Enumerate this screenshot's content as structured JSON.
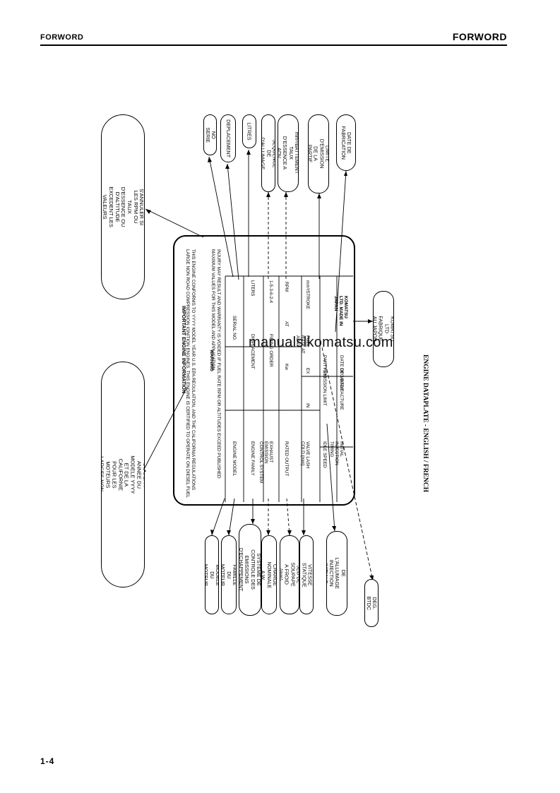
{
  "header": {
    "left_title": "FORWORD",
    "right_title": "FORWORD"
  },
  "footer": {
    "page_number": "1-4"
  },
  "watermark": "manualslkomatsu.com",
  "caption": "ENGINE DATAPLATE - ENGLISH / FRENCH",
  "plate": {
    "title": "IMPORTANT ENGINE INFORMATION",
    "intro": "THIS ENGINE CONFORMS TO YYYY MODEL YEAR U.S. EPA REGULATION, AND THE CALIFORNIA REGULATIONS LARGE NON ROAD COMPRESSION IGNITION ENGINES. THIS ENGINE IS CERTIFIED TO OPERATE ON DIESEL FUEL",
    "warning_title": "WARNING",
    "warning_text": "INJURY MAY RESULT AND WARRANTY IS VOIDED IF FUEL RATE RPM OR ALTITUDES EXCEED PUBLISHED MAXIMUM VALUES FOR THIS MODEL AND APPLICATION.",
    "rows": {
      "engine_model": "ENGINE MODEL",
      "serial_no": "SERIAL NO.",
      "engine_family": "ENGINE FAMILY",
      "displacement": "DISPLACEMENT",
      "liters": "LITERS",
      "exhaust_emission": "EXHAUST EMISSION CONTROL SYSTEM",
      "firing_order": "FIRING ORDER",
      "firing_order_value": "1-5-3-6-2-4",
      "rated_output": "RATED OUTPUT",
      "kw": "Kw",
      "at": "AT",
      "rpm": "RPM",
      "valve_lash": "VALVE LASH COLD (mm)",
      "in": "IN",
      "ex": "EX",
      "fuel_rate": "FUEL RATE AT ADV.",
      "mm_stroke": "mm³/STROKE",
      "idle_speed": "IDLE SPEED",
      "rpm_short": "RPM",
      "party_emission": "PARTY EMISSION LIMIT",
      "initial_injection": "INITIAL INJECTION TIMING",
      "deg_btdc": "DEG BTDC",
      "date_of_manufacture": "DATE OF MANUFACTURE",
      "komatsu": "KOMATSU LTD. MADE IN JAPAN"
    }
  },
  "bubbles": {
    "info_fr": "INFORMATION IMPORTANTE SUR LE MOTEUR\nCE MOTEUR EST CONFORME AUX NORMES AMERICAINES DE L'EPA ANNEE DU MODELE YYYY ET DE LA CALIFORNIE POUR LES MOTEURS LARGES NON-ROUTIERS A IGNITION PAR COMPRESSION. CE MOTEUR EST CERTIFIE POUR OPERATION A L'ESSENCE DIESEL.",
    "avertissement": "AVERTISSEMENT\nDES BLESSURES PEUVENT RESULTER ET LA GARANTIE S'ANNULER SI LES RPM OU TAUX D'ESSENCE OU D'ALTITUDE EXCEDENT LES VALEURS MAXIMALES PUBLIEES POUR CE MODELE ET SON APPLICATION.",
    "no_serie": "NO SERIE",
    "deplacement": "DEPLACEMENT",
    "litres": "LITRES",
    "sequence_allumage": "SEQUENCE DE D'ALLUMAGE",
    "mm_battement": "mm³/BATTEMENT\nTAUX D'ESSENCE A ADV",
    "limite_emission": "LIMITE D'EMISSION DE LA PARTIE",
    "date_fabrication": "DATE DE FABRICATION",
    "komatsu_fr": "KOMATSU LTD\nFABRIQUE AU JAPON",
    "modele_moteur": "MODELE DU MOTEUR",
    "famille_moteur": "FAMILLE DU MOTEUR",
    "systeme_controle": "SYSTEME DE CONTROLE DES EMISSIONS D'ECHAPPEMENT",
    "charge_nominale": "CHARGE NOMINALE A W",
    "jeu_soupape": "JEU DE SOUPAPE A FROID (mm)",
    "vitesse_statique": "VITESSE STATIQUE",
    "reglage_allumage": "REGLAGE DE L'ALLUMAGE INJECTION INITIALE",
    "deg_btdc": "DEG. BTDC"
  }
}
